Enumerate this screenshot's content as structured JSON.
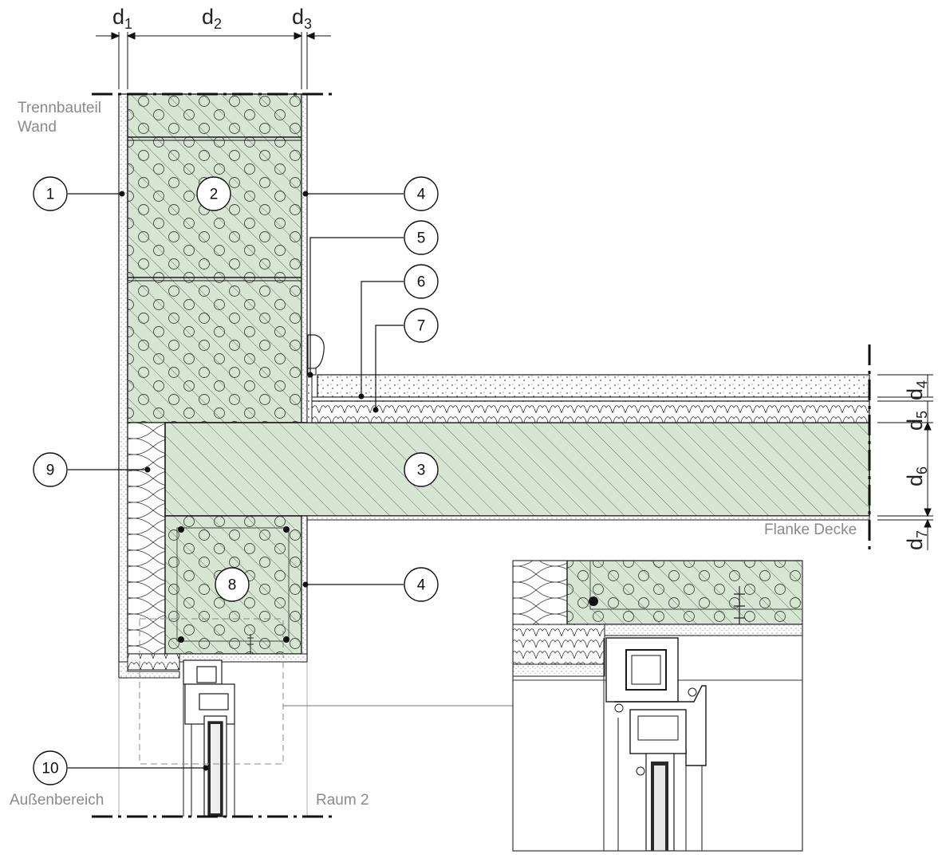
{
  "labels": {
    "trennbauteil_line1": "Trennbauteil",
    "trennbauteil_line2": "Wand",
    "flanke_decke": "Flanke Decke",
    "aussenbereich": "Außenbereich",
    "raum2": "Raum 2"
  },
  "dimensions": {
    "d1": {
      "main": "d",
      "sub": "1"
    },
    "d2": {
      "main": "d",
      "sub": "2"
    },
    "d3": {
      "main": "d",
      "sub": "3"
    },
    "d4": {
      "main": "d",
      "sub": "4"
    },
    "d5": {
      "main": "d",
      "sub": "5"
    },
    "d6": {
      "main": "d",
      "sub": "6"
    },
    "d7": {
      "main": "d",
      "sub": "7"
    }
  },
  "callouts": {
    "c1": "1",
    "c2": "2",
    "c3": "3",
    "c4a": "4",
    "c4b": "4",
    "c5": "5",
    "c6": "6",
    "c7": "7",
    "c8": "8",
    "c9": "9",
    "c10": "10"
  },
  "colors": {
    "concrete_fill": "#d6e6d2",
    "hatch": "#5b6b58",
    "line": "#1a1a1a",
    "label_gray": "#8a8a8a"
  }
}
